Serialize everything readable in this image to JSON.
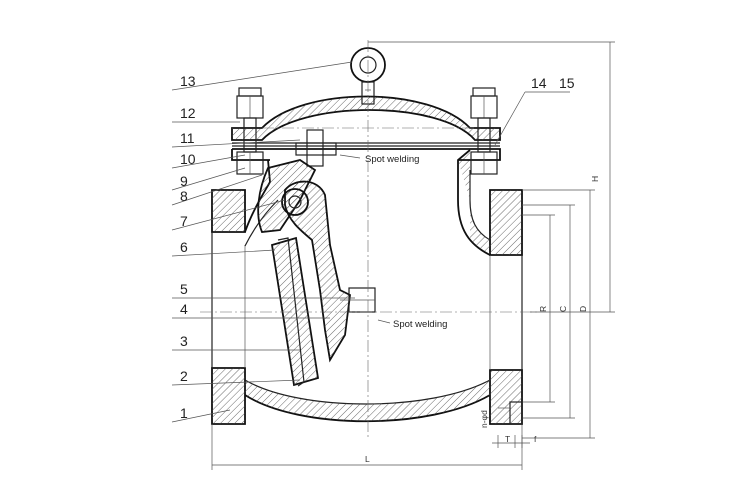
{
  "diagram": {
    "part_numbers": [
      "13",
      "12",
      "11",
      "10",
      "9",
      "8",
      "7",
      "6",
      "5",
      "4",
      "3",
      "2",
      "1",
      "14",
      "15"
    ],
    "notes": {
      "spot_welding_top": "Spot welding",
      "spot_welding_mid": "Spot welding"
    },
    "dimensions": {
      "H": "H",
      "D": "D",
      "C": "C",
      "R": "R",
      "nd": "n-φd",
      "T": "T",
      "f": "f",
      "L": "L"
    }
  }
}
